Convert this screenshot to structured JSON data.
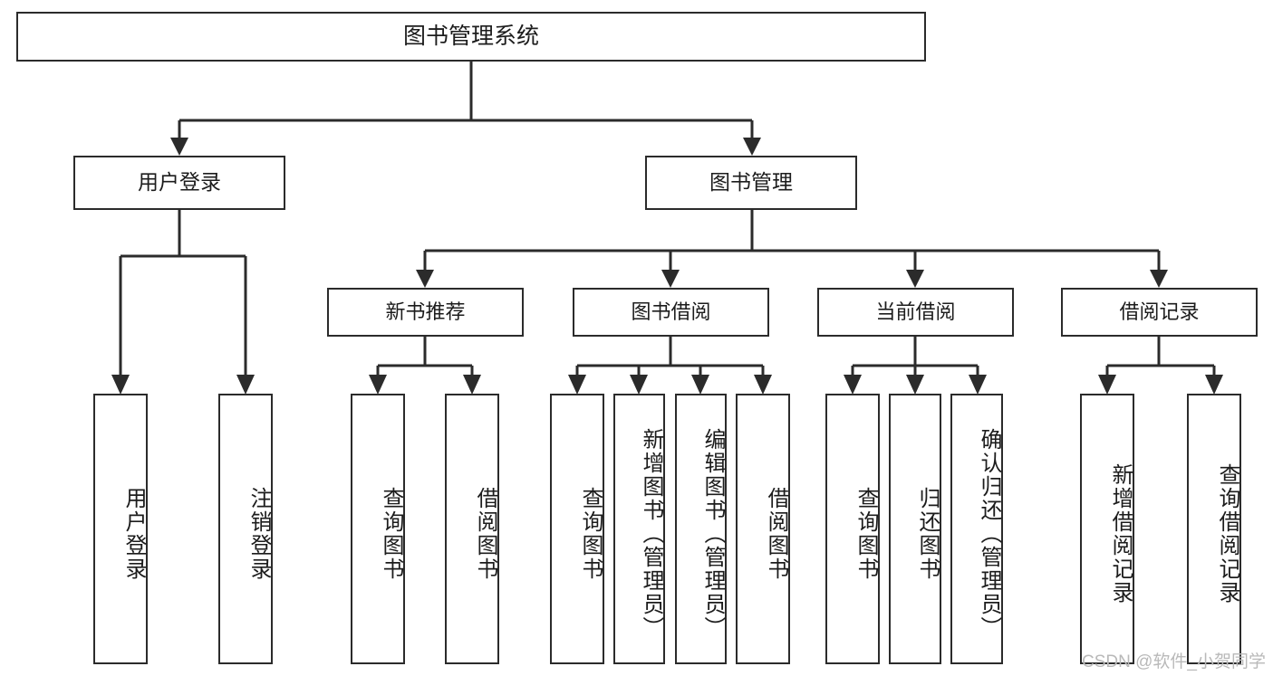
{
  "diagram": {
    "title": "图书管理系统",
    "type": "tree-hierarchy-chart",
    "colors": {
      "stroke": "#2b2b2b",
      "fill": "#ffffff",
      "text": "#1c1c1c",
      "watermark": "#b9b9b9"
    },
    "root": {
      "label": "图书管理系统"
    },
    "level1": [
      {
        "label": "用户登录"
      },
      {
        "label": "图书管理"
      }
    ],
    "level2": [
      {
        "label": "新书推荐"
      },
      {
        "label": "图书借阅"
      },
      {
        "label": "当前借阅"
      },
      {
        "label": "借阅记录"
      }
    ],
    "leaves": {
      "user_login": [
        {
          "label": "用户登录"
        },
        {
          "label": "注销登录"
        }
      ],
      "new_book_recommend": [
        {
          "label": "查询图书"
        },
        {
          "label": "借阅图书"
        }
      ],
      "book_borrow": [
        {
          "label": "查询图书"
        },
        {
          "label": "新增图书（管理员）"
        },
        {
          "label": "编辑图书（管理员）"
        },
        {
          "label": "借阅图书"
        }
      ],
      "current_borrow": [
        {
          "label": "查询图书"
        },
        {
          "label": "归还图书"
        },
        {
          "label": "确认归还（管理员）"
        }
      ],
      "borrow_record": [
        {
          "label": "新增借阅记录"
        },
        {
          "label": "查询借阅记录"
        }
      ]
    }
  },
  "watermark": {
    "text": "CSDN @软件_小贺同学"
  }
}
